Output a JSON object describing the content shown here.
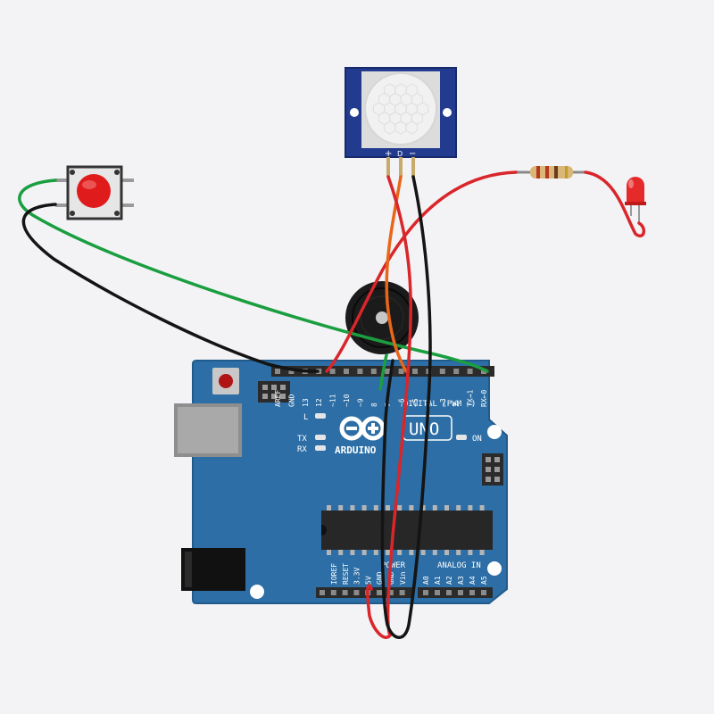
{
  "colors": {
    "background": "#f3f3f6",
    "board": "#2c6ea5",
    "board_dark": "#1f5687",
    "header": "#2b2b2b",
    "wire_red": "#d9262a",
    "wire_black": "#141414",
    "wire_green": "#1a9e3f",
    "wire_orange": "#e8661a",
    "pir_board": "#223b8f",
    "button_red": "#e01b1b",
    "led_red": "#e52a2a"
  },
  "pir_sensor": {
    "pin_labels": {
      "plus": "+",
      "data": "D",
      "minus": "−"
    }
  },
  "arduino": {
    "brand": "ARDUINO",
    "model": "UNO",
    "on_label": "ON",
    "l_label": "L",
    "tx_label": "TX",
    "rx_label": "RX",
    "digital_label": "DIGITAL (PWM ~)",
    "power_label": "POWER",
    "analog_label": "ANALOG IN",
    "digital_pins": [
      "AREF",
      "GND",
      "13",
      "12",
      "~11",
      "~10",
      "~9",
      "8",
      "7",
      "~6",
      "~5",
      "4",
      "~3",
      "2",
      "TX→1",
      "RX←0"
    ],
    "power_pins": [
      "IOREF",
      "RESET",
      "3.3V",
      "5V",
      "GND",
      "GND",
      "Vin"
    ],
    "analog_pins": [
      "A0",
      "A1",
      "A2",
      "A3",
      "A4",
      "A5"
    ]
  },
  "components": {
    "push_button": "push-button",
    "piezo_buzzer": "piezo-buzzer",
    "resistor": "resistor",
    "led": "led"
  }
}
